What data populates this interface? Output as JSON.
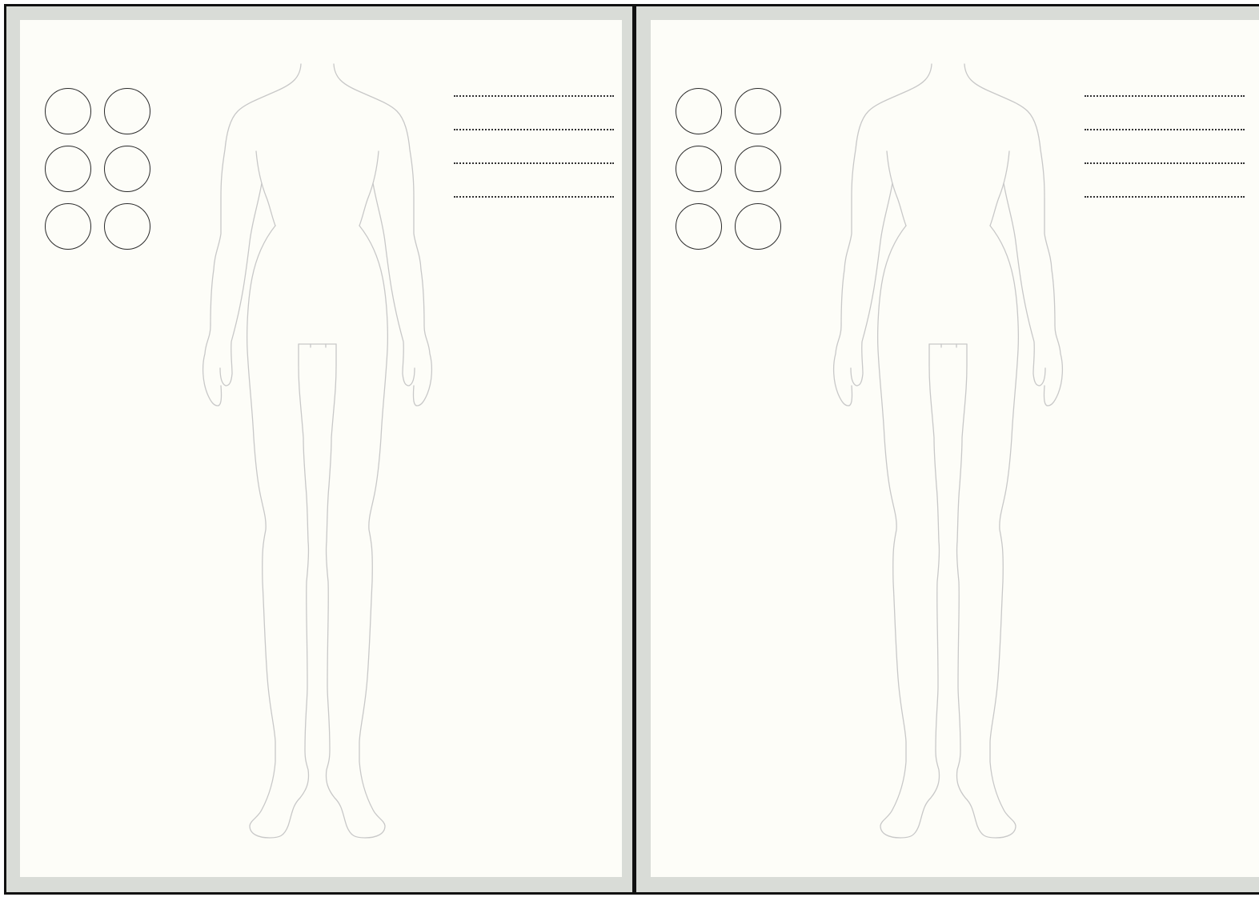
{
  "pages": [
    {
      "swatch_count": 6,
      "note_line_count": 4
    },
    {
      "swatch_count": 6,
      "note_line_count": 4
    }
  ],
  "colors": {
    "page_frame": "#d9dcd7",
    "sheet": "#fdfdf8",
    "outline": "#c8c8c8",
    "swatch_stroke": "#2a2a2a"
  },
  "icons": {
    "figure": "female-croquis-figure",
    "swatch": "color-swatch-circle"
  }
}
